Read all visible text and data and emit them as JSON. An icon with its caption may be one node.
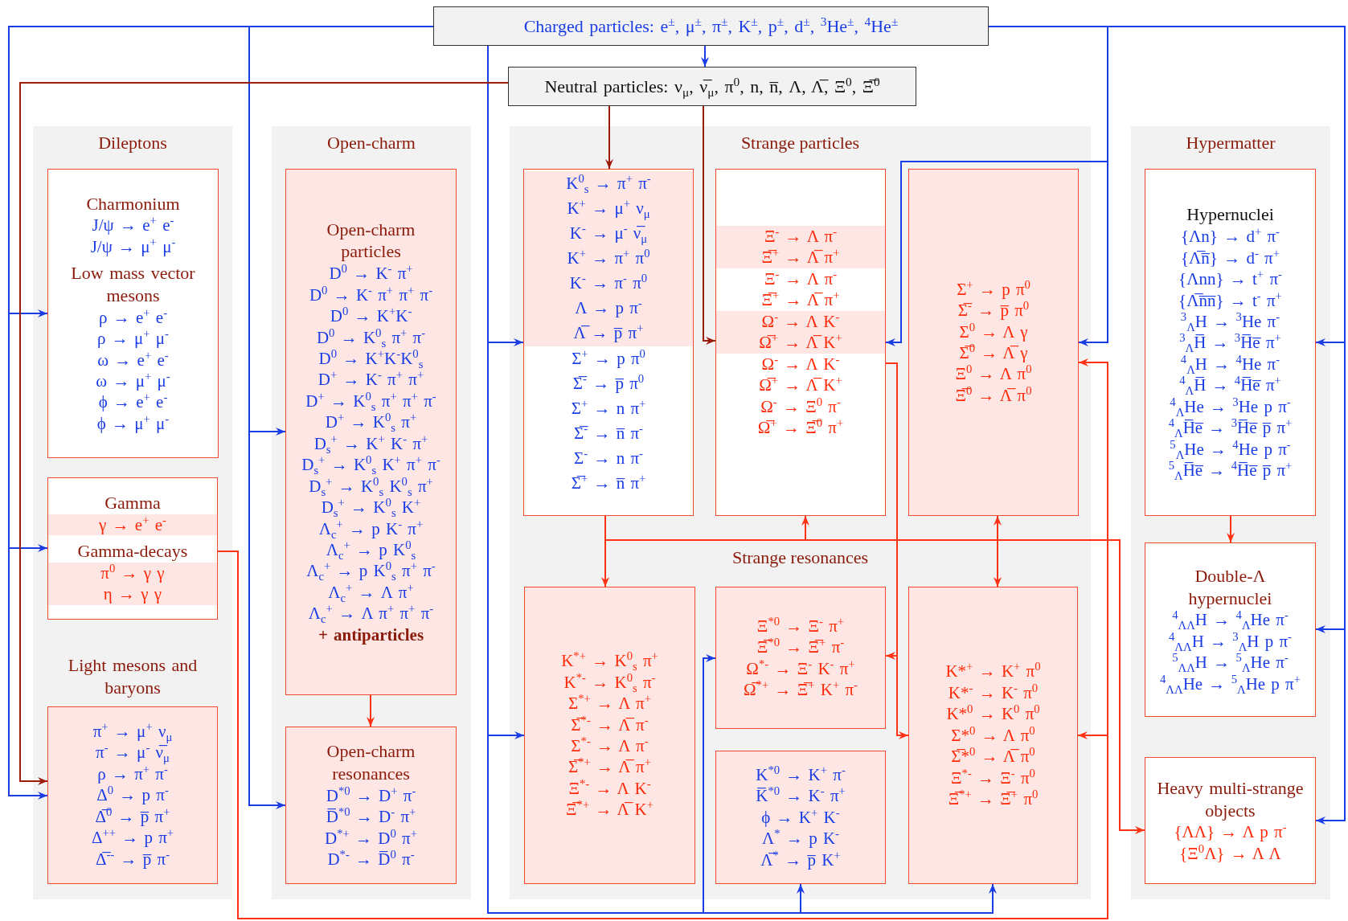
{
  "diagram": {
    "nodes": [
      {
        "text": [
          "Charged particles: e$^{±}$, μ$^{±}$, π$^{±}$, K$^{±}$, p$^{±}$, d$^{±}$, $^{3}$He$^{±}$, $^{4}$He$^{±}$"
        ]
      },
      {
        "text": [
          "Neutral particles: ν$_{μ}$, ν̅$_{μ}$, π$^{0}$, n, n̅, Λ, Λ̅, Ξ$^{0}$, Ξ̅$^{0}$"
        ]
      },
      {
        "text": [
          "Dileptons"
        ]
      },
      {
        "text": [
          "Charmonium",
          "J/ψ → e$^{+}$ e$^{-}$",
          "J/ψ → μ$^{+}$ μ$^{-}$",
          "Low mass vector mesons",
          "ρ → e$^{+}$ e$^{-}$",
          "ρ → μ$^{+}$ μ$^{-}$",
          "ω → e$^{+}$ e$^{-}$",
          "ω → μ$^{+}$ μ$^{-}$",
          "ϕ → e$^{+}$ e$^{-}$",
          "ϕ → μ$^{+}$ μ$^{-}$"
        ],
        "in": 2
      },
      {
        "text": [
          "Gamma",
          "γ → e$^{+}$ e$^{-}$",
          "Gamma-decays",
          "π$^{0}$ → γ γ",
          "η → γ γ"
        ],
        "in": 2
      },
      {
        "text": [
          "Light mesons and baryons",
          "π$^{+}$ → μ$^{+}$ ν$_{μ}$",
          "π$^{-}$ → μ$^{-}$ ν̅$_{μ}$",
          "ρ → π$^{+}$ π$^{-}$",
          "Δ$^{0}$ → p π$^{-}$",
          "Δ̅$^{0}$ → p̅ π$^{+}$",
          "Δ$^{++}$ → p π$^{+}$",
          "Δ̅$^{--}$ → p̅ π$^{-}$"
        ],
        "in": 2
      },
      {
        "text": [
          "Open-charm"
        ]
      },
      {
        "text": [
          "Open-charm particles",
          "D$^{0}$ → K$^{-}$ π$^{+}$",
          "D$^{0}$ → K$^{-}$ π$^{+}$ π$^{+}$ π$^{-}$",
          "D$^{0}$ → K$^{+}$K$^{-}$",
          "D$^{0}$ → K$^{0}$$_{s}$ π$^{+}$ π$^{-}$",
          "D$^{0}$ → K$^{+}$K$^{-}$K$^{0}$$_{s}$",
          "D$^{+}$ → K$^{-}$ π$^{+}$ π$^{+}$",
          "D$^{+}$ → K$^{0}$$_{s}$ π$^{+}$ π$^{+}$ π$^{-}$",
          "D$^{+}$ → K$^{0}$$_{s}$ π$^{+}$",
          "D$_{s}$$^{+}$ → K$^{+}$ K$^{-}$ π$^{+}$",
          "D$_{s}$$^{+}$ → K$^{0}$$_{s}$ K$^{+}$ π$^{+}$ π$^{-}$",
          "D$_{s}$$^{+}$ → K$^{0}$$_{s}$ K$^{0}$$_{s}$ π$^{+}$",
          "D$_{s}$$^{+}$ → K$^{0}$$_{s}$ K$^{+}$",
          "Λ$_{c}$$^{+}$ → p K$^{-}$ π$^{+}$",
          "Λ$_{c}$$^{+}$ → p K$^{0}$$_{s}$",
          "Λ$_{c}$$^{+}$ → p K$^{0}$$_{s}$ π$^{+}$ π$^{-}$",
          "Λ$_{c}$$^{+}$ → Λ π$^{+}$",
          "Λ$_{c}$$^{+}$ → Λ π$^{+}$ π$^{+}$ π$^{-}$",
          "+ antiparticles"
        ],
        "in": 6
      },
      {
        "text": [
          "Open-charm resonances",
          "D$^{*0}$ → D$^{+}$ π$^{-}$",
          "D̅$^{*0}$ → D$^{-}$ π$^{+}$",
          "D$^{*+}$ → D$^{0}$ π$^{+}$",
          "D$^{*-}$ → D̅$^{0}$ π$^{-}$"
        ],
        "in": 6
      },
      {
        "text": [
          "Strange particles",
          "Strange resonances"
        ]
      },
      {
        "text": [
          "K$^{0}$$_{s}$ → π$^{+}$ π$^{-}$",
          "K$^{+}$ → μ$^{+}$ ν$_{μ}$",
          "K$^{-}$ → μ$^{-}$ ν̅$_{μ}$",
          "K$^{+}$ → π$^{+}$ π$^{0}$",
          "K$^{-}$ → π$^{-}$ π$^{0}$",
          "Λ → p π$^{-}$",
          "Λ̅ → p̅ π$^{+}$",
          "Σ$^{+}$ → p π$^{0}$",
          "Σ̅$^{-}$ → p̅ π$^{0}$",
          "Σ$^{+}$ → n π$^{+}$",
          "Σ̅$^{-}$ → n̅ π$^{-}$",
          "Σ$^{-}$ → n π$^{-}$",
          "Σ̅$^{+}$ → n̅ π$^{+}$"
        ],
        "in": 9
      },
      {
        "text": [
          "Ξ$^{-}$ → Λ π$^{-}$",
          "Ξ̅$^{+}$ → Λ̅ π$^{+}$",
          "Ξ$^{-}$ → Λ π$^{-}$",
          "Ξ̅$^{+}$ → Λ̅ π$^{+}$",
          "Ω$^{-}$ → Λ K$^{-}$",
          "Ω̅$^{+}$ → Λ̅ K$^{+}$",
          "Ω$^{-}$ → Λ K$^{-}$",
          "Ω̅$^{+}$ → Λ̅ K$^{+}$",
          "Ω$^{-}$ → Ξ$^{0}$ π$^{-}$",
          "Ω̅$^{+}$ → Ξ̅$^{0}$ π$^{+}$"
        ],
        "in": 9
      },
      {
        "text": [
          "Σ$^{+}$ → p π$^{0}$",
          "Σ̅$^{-}$ → p̅ π$^{0}$",
          "Σ$^{0}$ → Λ γ",
          "Σ̅$^{0}$ → Λ̅ γ",
          "Ξ$^{0}$ → Λ π$^{0}$",
          "Ξ̅$^{0}$ → Λ̅ π$^{0}$"
        ],
        "in": 9
      },
      {
        "text": [
          "K$^{*+}$ → K$^{0}$$_{s}$ π$^{+}$",
          "K$^{*-}$ → K$^{0}$$_{s}$ π$^{-}$",
          "Σ$^{*+}$ → Λ π$^{+}$",
          "Σ̅$^{*-}$ → Λ̅ π$^{-}$",
          "Σ$^{*-}$ → Λ π$^{-}$",
          "Σ̅$^{*+}$ → Λ̅ π$^{+}$",
          "Ξ$^{*-}$ → Λ K$^{-}$",
          "Ξ̅$^{*+}$ → Λ̅ K$^{+}$"
        ],
        "in": 9
      },
      {
        "text": [
          "Ξ$^{*0}$ → Ξ$^{-}$ π$^{+}$",
          "Ξ̅$^{*0}$ → Ξ̅$^{+}$ π$^{-}$",
          "Ω$^{*-}$ → Ξ$^{-}$ K$^{-}$ π$^{+}$",
          "Ω̅$^{*+}$ → Ξ̅$^{+}$ K$^{+}$ π$^{-}$"
        ],
        "in": 9
      },
      {
        "text": [
          "K$^{*0}$ → K$^{+}$ π$^{-}$",
          "K̅$^{*0}$ → K$^{-}$ π$^{+}$",
          "ϕ → K$^{+}$ K$^{-}$",
          "Λ$^{*}$ → p K$^{-}$",
          "Λ̅$^{*}$ → p̅ K$^{+}$"
        ],
        "in": 9
      },
      {
        "text": [
          "K*$^{+}$ → K$^{+}$ π$^{0}$",
          "K*$^{-}$ → K$^{-}$ π$^{0}$",
          "K*$^{0}$ → K$^{0}$ π$^{0}$",
          "Σ*$^{0}$ → Λ π$^{0}$",
          "Σ̅*$^{0}$ → Λ̅ π$^{0}$",
          "Ξ$^{*-}$ → Ξ$^{-}$ π$^{0}$",
          "Ξ̅$^{*+}$ → Ξ̅$^{+}$ π$^{0}$"
        ],
        "in": 9
      },
      {
        "text": [
          "Hypermatter"
        ]
      },
      {
        "text": [
          "Hypernuclei",
          "{Λn} → d$^{+}$ π$^{-}$",
          "{Λ̅n̅} → d$^{-}$ π$^{+}$",
          "{Λnn} → t$^{+}$ π$^{-}$",
          "{Λ̅n̅n̅} → t$^{-}$ π$^{+}$",
          "$^{3}$$_{Λ}$H → $^{3}$He π$^{-}$",
          "$^{3}$$_{Λ}$H̅ → $^{3}$H̅e̅ π$^{+}$",
          "$^{4}$$_{Λ}$H → $^{4}$He π$^{-}$",
          "$^{4}$$_{Λ}$H̅ → $^{4}$H̅e̅ π$^{+}$",
          "$^{4}$$_{Λ}$He → $^{3}$He p π$^{-}$",
          "$^{4}$$_{Λ}$H̅e̅ → $^{3}$H̅e̅ p̅ π$^{+}$",
          "$^{5}$$_{Λ}$He → $^{4}$He p π$^{-}$",
          "$^{5}$$_{Λ}$H̅e̅ → $^{4}$H̅e̅ p̅ π$^{+}$"
        ],
        "in": 17
      },
      {
        "text": [
          "Double-Λ hypernuclei",
          "$^{4}$$_{ΛΛ}$H → $^{4}$$_{Λ}$He π$^{-}$",
          "$^{4}$$_{ΛΛ}$H → $^{3}$$_{Λ}$H p π$^{-}$",
          "$^{5}$$_{ΛΛ}$H → $^{5}$$_{Λ}$He π$^{-}$",
          "$^{4}$$_{ΛΛ}$He → $^{5}$$_{Λ}$He p π$^{+}$"
        ],
        "in": 17
      },
      {
        "text": [
          "Heavy multi-strange objects",
          "{ΛΛ} → Λ p π$^{-}$",
          "{Ξ$^{0}$Λ} → Λ Λ"
        ],
        "in": 17
      }
    ],
    "edges": [
      {
        "from": 0,
        "to": 1,
        "arrow": "to"
      },
      {
        "from": 0,
        "to": 3,
        "arrow": "to"
      },
      {
        "from": 0,
        "to": 4,
        "arrow": "to"
      },
      {
        "from": 0,
        "to": 5,
        "arrow": "to"
      },
      {
        "from": 0,
        "to": 7,
        "arrow": "to"
      },
      {
        "from": 0,
        "to": 8,
        "arrow": "to"
      },
      {
        "from": 0,
        "to": 10,
        "arrow": "to"
      },
      {
        "from": 0,
        "to": 13,
        "arrow": "to"
      },
      {
        "from": 0,
        "to": 14,
        "arrow": "to"
      },
      {
        "from": 0,
        "to": 15,
        "arrow": "to"
      },
      {
        "from": 0,
        "to": 16,
        "arrow": "to"
      },
      {
        "from": 0,
        "to": 11,
        "arrow": "to"
      },
      {
        "from": 0,
        "to": 12,
        "arrow": "to"
      },
      {
        "from": 0,
        "to": 18,
        "arrow": "to"
      },
      {
        "from": 0,
        "to": 19,
        "arrow": "to"
      },
      {
        "from": 0,
        "to": 20,
        "arrow": "to"
      },
      {
        "from": 1,
        "to": 5,
        "arrow": "to",
        "color": "#9c1c0c"
      },
      {
        "from": 1,
        "to": 10,
        "arrow": "to",
        "color": "#9c1c0c"
      },
      {
        "from": 1,
        "to": 11,
        "arrow": "to",
        "color": "#9c1c0c"
      },
      {
        "from": 11,
        "to": 14,
        "arrow": "to",
        "color": "#ff3214"
      },
      {
        "from": 11,
        "to": 16,
        "arrow": "to",
        "color": "#ff3214"
      },
      {
        "from": 10,
        "to": 13,
        "arrow": "to",
        "color": "#ff3214"
      },
      {
        "from": 10,
        "to": 11,
        "arrow": "to",
        "color": "#ff3214"
      },
      {
        "from": 10,
        "to": 20,
        "arrow": "to",
        "color": "#ff3214"
      },
      {
        "from": 12,
        "to": 16,
        "arrow": "both",
        "color": "#ff3214"
      },
      {
        "from": 4,
        "to": 12,
        "arrow": "to",
        "color": "#ff3214"
      },
      {
        "from": 4,
        "to": 16,
        "arrow": "to",
        "color": "#ff3214"
      },
      {
        "from": 18,
        "to": 19,
        "arrow": "to",
        "color": "#ff3214"
      },
      {
        "from": 7,
        "to": 8,
        "arrow": "to",
        "color": "#ff3214"
      }
    ]
  }
}
